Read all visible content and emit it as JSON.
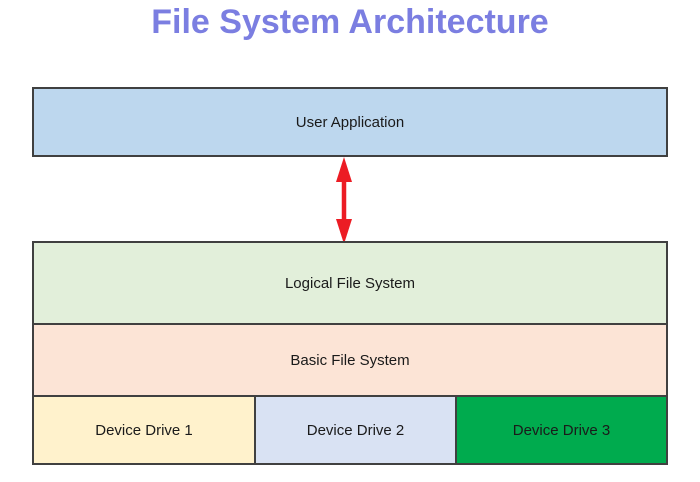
{
  "title": "File System Architecture",
  "colors": {
    "title_text": "#7b7ee1",
    "arrow": "#ec1c24",
    "box_border": "#404040",
    "label_text": "#1a1a1a"
  },
  "layers": {
    "user_application": {
      "label": "User Application",
      "fill": "#bdd7ee"
    },
    "logical_file_system": {
      "label": "Logical File System",
      "fill": "#e2efda"
    },
    "basic_file_system": {
      "label": "Basic File System",
      "fill": "#fce4d6"
    },
    "device_drives": [
      {
        "label": "Device Drive 1",
        "fill": "#fff2cc"
      },
      {
        "label": "Device Drive 2",
        "fill": "#d9e2f3"
      },
      {
        "label": "Device Drive 3",
        "fill": "#00ab4e"
      }
    ]
  }
}
